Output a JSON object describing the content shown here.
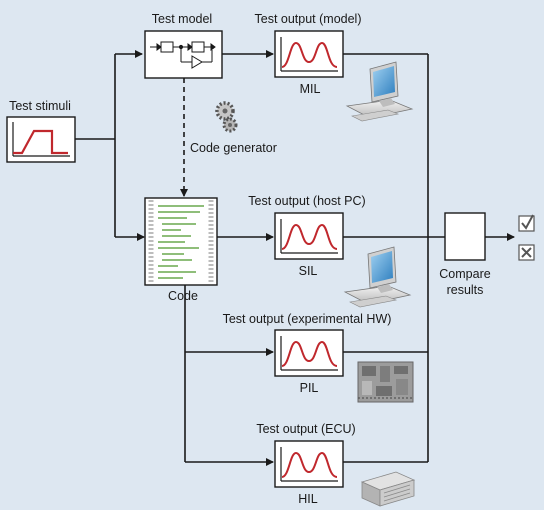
{
  "labels": {
    "test_stimuli": "Test stimuli",
    "test_model": "Test model",
    "code_generator": "Code generator",
    "code": "Code",
    "compare_results_line1": "Compare",
    "compare_results_line2": "results"
  },
  "outputs": [
    {
      "title": "Test output (model)",
      "tag": "MIL",
      "hardware": "desktop-pc-icon"
    },
    {
      "title": "Test output (host PC)",
      "tag": "SIL",
      "hardware": "desktop-pc-icon"
    },
    {
      "title": "Test output (experimental HW)",
      "tag": "PIL",
      "hardware": "circuit-board-icon"
    },
    {
      "title": "Test output (ECU)",
      "tag": "HIL",
      "hardware": "ecu-box-icon"
    }
  ],
  "results": {
    "pass_icon": "checkmark-icon",
    "fail_icon": "cross-icon"
  },
  "colors": {
    "background": "#dde7f1",
    "lines": "#1a1a1a",
    "signal": "#c0282d",
    "box_fill": "#ffffff",
    "code_line": "#6aa84f",
    "monitor_screen": "#5da8dc"
  }
}
